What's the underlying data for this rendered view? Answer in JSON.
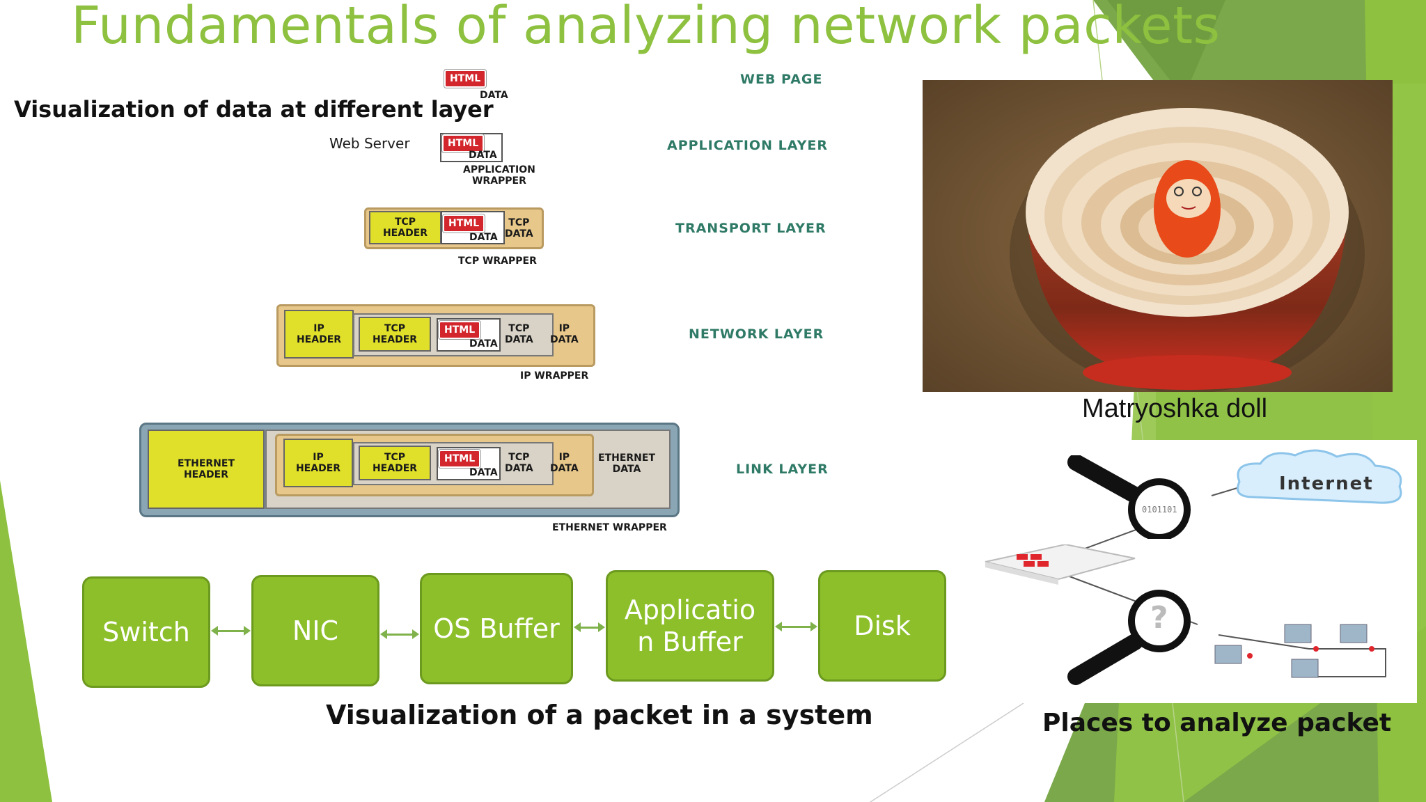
{
  "slide": {
    "title": "Fundamentals of analyzing network packets",
    "caption_layers": "Visualization of data at different layer",
    "caption_system": "Visualization of a packet in a system",
    "caption_places": "Places to analyze packet",
    "caption_doll": "Matryoshka doll"
  },
  "layers_diagram": {
    "html": "HTML",
    "data": "DATA",
    "web_server": "Web Server",
    "app_wrapper": "APPLICATION\nWRAPPER",
    "tcp_header": "TCP\nHEADER",
    "tcp_data": "TCP\nDATA",
    "tcp_wrapper": "TCP WRAPPER",
    "ip_header": "IP\nHEADER",
    "ip_data": "IP\nDATA",
    "ip_wrapper": "IP WRAPPER",
    "eth_header": "ETHERNET\nHEADER",
    "eth_data": "ETHERNET\nDATA",
    "eth_wrapper": "ETHERNET WRAPPER",
    "layer_names": {
      "web": "WEB PAGE",
      "app": "APPLICATION LAYER",
      "transport": "TRANSPORT LAYER",
      "network": "NETWORK LAYER",
      "link": "LINK LAYER"
    }
  },
  "flow": {
    "nodes": [
      "Switch",
      "NIC",
      "OS Buffer",
      "Applicatio\nn Buffer",
      "Disk"
    ]
  },
  "network_diagram": {
    "internet": "Internet",
    "question_mark": "?"
  },
  "colors": {
    "accent_green": "#8dc13f",
    "flow_green": "#8cbf2a",
    "html_red": "#d3252c",
    "header_yellow": "#e0e02a"
  }
}
